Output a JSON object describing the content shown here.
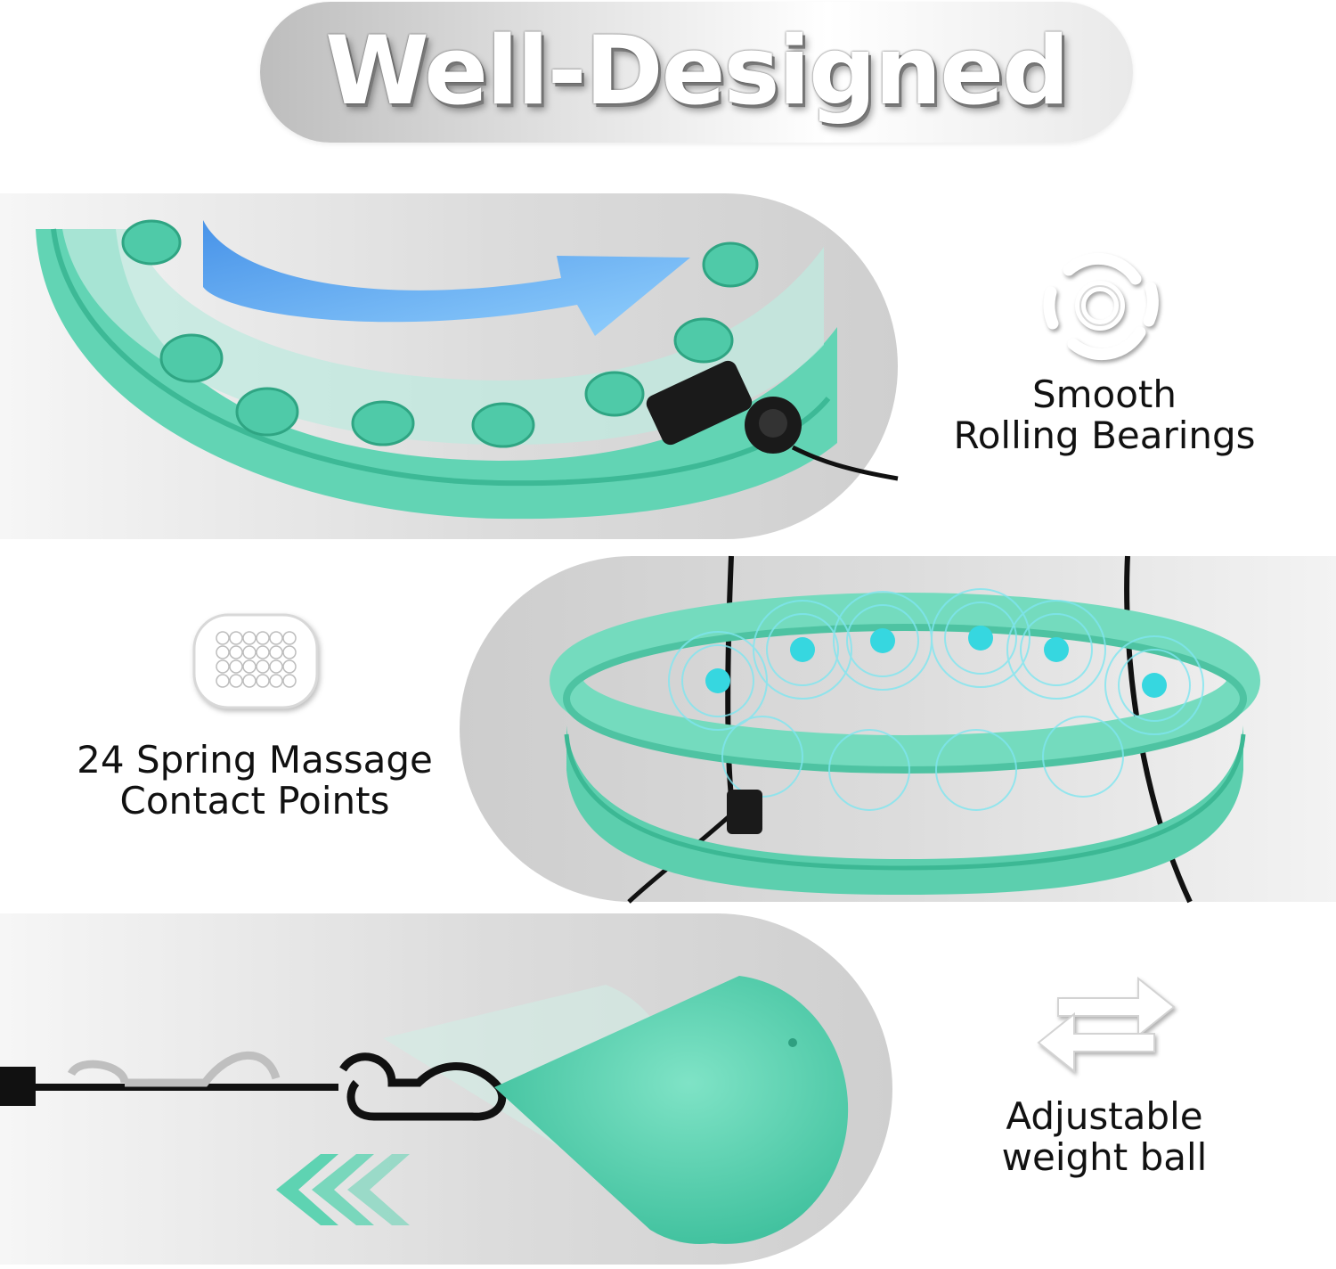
{
  "header": {
    "title": "Well-Designed"
  },
  "features": [
    {
      "icon": "rotate-arrows-icon",
      "lines": [
        "Smooth",
        "Rolling Bearings"
      ]
    },
    {
      "icon": "massage-dots-icon",
      "lines": [
        "24 Spring Massage",
        "Contact Points"
      ]
    },
    {
      "icon": "swap-arrows-icon",
      "lines": [
        "Adjustable",
        "weight ball"
      ]
    }
  ],
  "colors": {
    "mint": "#5ed3b2",
    "mint_dark": "#3fb996",
    "blue_arrow": "#4fa6f0",
    "cyan_glow": "#36d7e0"
  }
}
